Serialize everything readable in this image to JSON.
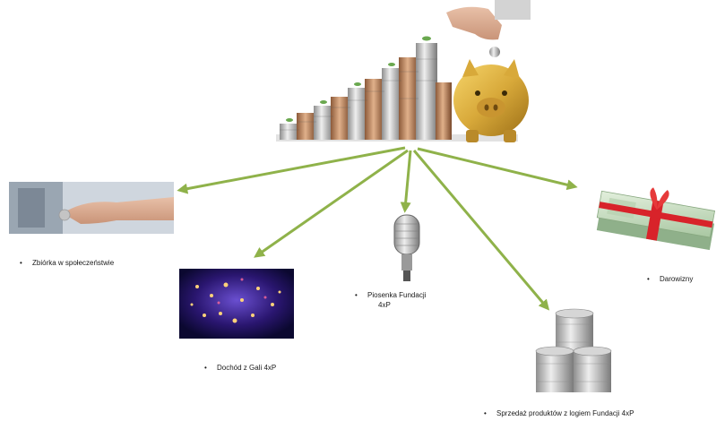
{
  "diagram": {
    "center_image": "piggy-bank-with-coins",
    "sources": [
      {
        "id": "collection",
        "label": "Zbiórka w społeczeństwie",
        "image": "hand-giving-coin"
      },
      {
        "id": "gala",
        "label": "Dochód z Gali 4xP",
        "image": "gala-event-lights"
      },
      {
        "id": "song",
        "label_lines": [
          "Piosenka Fundacji",
          "4xP"
        ],
        "image": "microphone"
      },
      {
        "id": "products",
        "label": "Sprzedaż produktów z logiem Fundacji 4xP",
        "image": "tin-cans"
      },
      {
        "id": "donations",
        "label": "Darowizny",
        "image": "banknotes-with-ribbon"
      }
    ],
    "colors": {
      "arrow": "#8fb24a",
      "gold": "#d8a93a",
      "background": "#ffffff"
    }
  }
}
